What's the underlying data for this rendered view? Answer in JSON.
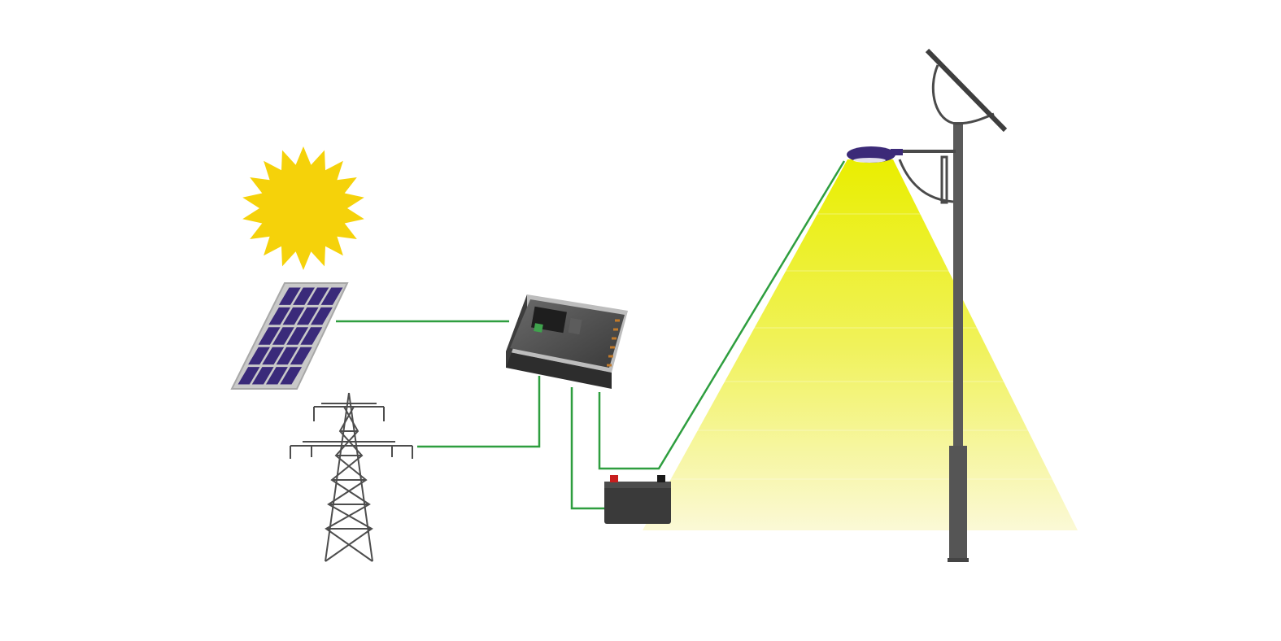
{
  "diagram": {
    "components": [
      {
        "id": "sun",
        "icon": "sun-icon"
      },
      {
        "id": "solar-panel",
        "icon": "solar-panel-icon"
      },
      {
        "id": "power-grid",
        "icon": "transmission-tower-icon"
      },
      {
        "id": "controller",
        "icon": "solar-charge-controller-icon"
      },
      {
        "id": "battery",
        "icon": "battery-icon"
      },
      {
        "id": "street-light",
        "icon": "solar-street-light-icon"
      }
    ],
    "connections": [
      {
        "from": "solar-panel",
        "to": "controller"
      },
      {
        "from": "power-grid",
        "to": "controller"
      },
      {
        "from": "controller",
        "to": "battery"
      },
      {
        "from": "controller",
        "to": "street-light"
      }
    ]
  },
  "colors": {
    "wire": "#2e9e3f",
    "sun": "#f5d20a",
    "panel_cell": "#3a2a7a",
    "light_beam": "#eef01e",
    "pole": "#5a5a5a",
    "device": "#4a4a4a",
    "lamp_head": "#3c2a78"
  }
}
